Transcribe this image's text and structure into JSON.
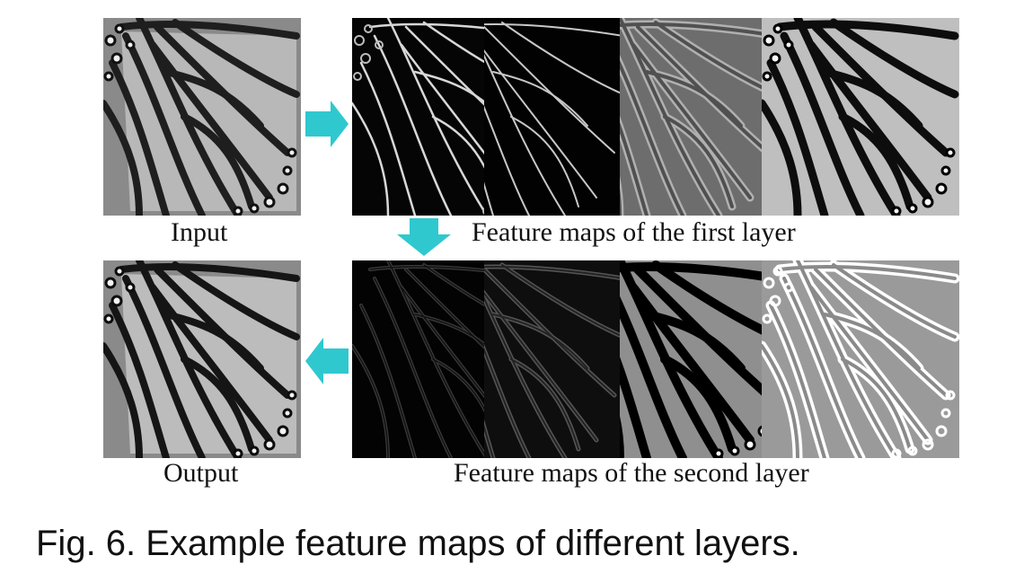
{
  "figure": {
    "input_label": "Input",
    "output_label": "Output",
    "first_layer_label": "Feature maps of the first layer",
    "second_layer_label": "Feature maps of the second layer",
    "caption": "Fig. 6.  Example feature maps of different layers.",
    "arrow_color": "#2fc8cf"
  }
}
